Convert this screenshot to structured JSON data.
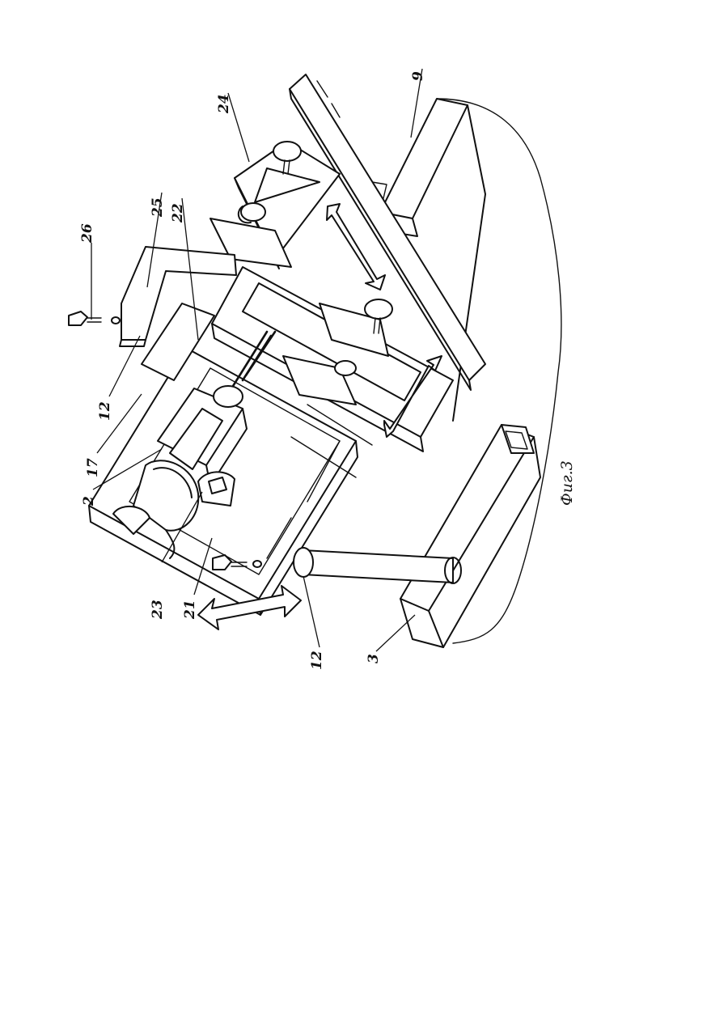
{
  "figure": {
    "caption": "Фиг.3",
    "labels": [
      {
        "id": "label-26",
        "text": "26"
      },
      {
        "id": "label-25",
        "text": "25"
      },
      {
        "id": "label-22",
        "text": "22"
      },
      {
        "id": "label-24",
        "text": "24"
      },
      {
        "id": "label-9",
        "text": "9"
      },
      {
        "id": "label-12-top",
        "text": "12"
      },
      {
        "id": "label-17",
        "text": "17"
      },
      {
        "id": "label-2",
        "text": "2"
      },
      {
        "id": "label-23",
        "text": "23"
      },
      {
        "id": "label-21",
        "text": "21"
      },
      {
        "id": "label-12-bottom",
        "text": "12"
      },
      {
        "id": "label-3",
        "text": "3"
      }
    ]
  }
}
